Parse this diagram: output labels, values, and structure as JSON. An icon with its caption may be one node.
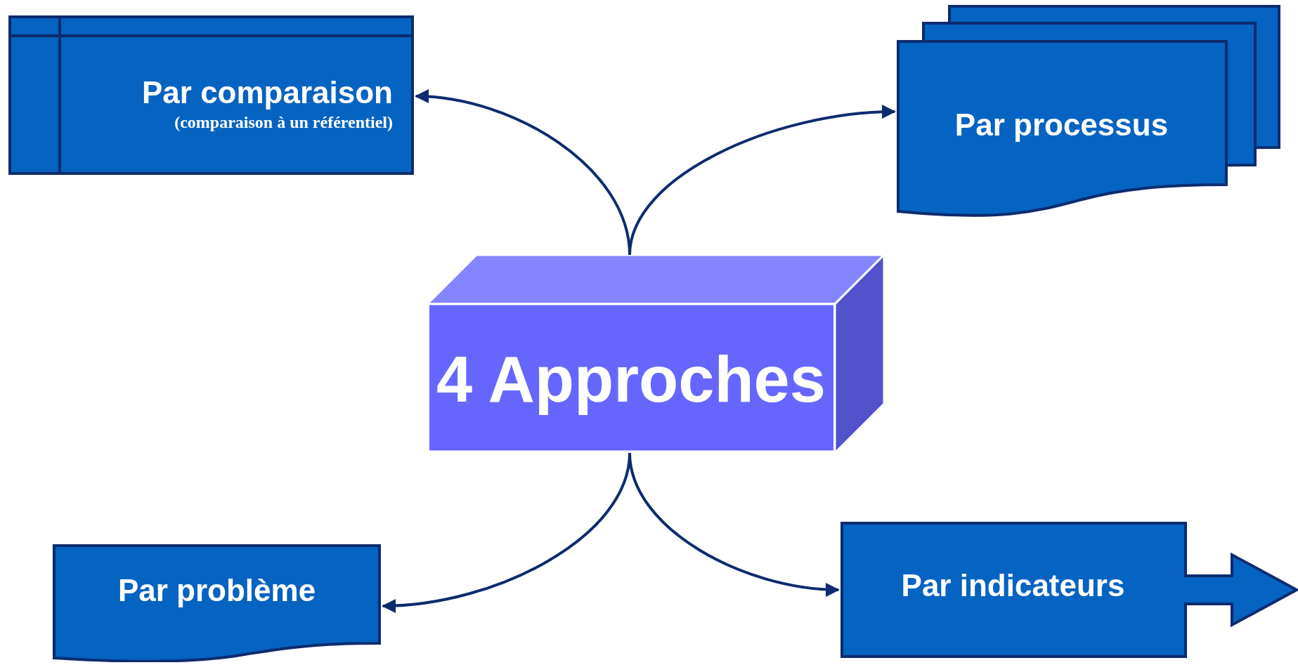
{
  "diagram": {
    "nodes": [
      {
        "text": [
          "4 Approches"
        ]
      },
      {
        "text": [
          "Par comparaison",
          "(comparaison à un référentiel)"
        ]
      },
      {
        "text": [
          "Par processus"
        ]
      },
      {
        "text": [
          "Par problème"
        ]
      },
      {
        "text": [
          "Par indicateurs"
        ]
      }
    ],
    "edges": [
      {
        "from": 0,
        "to": 1,
        "arrow": "to"
      },
      {
        "from": 0,
        "to": 2,
        "arrow": "to"
      },
      {
        "from": 0,
        "to": 3,
        "arrow": "to"
      },
      {
        "from": 0,
        "to": 4,
        "arrow": "to"
      }
    ]
  }
}
